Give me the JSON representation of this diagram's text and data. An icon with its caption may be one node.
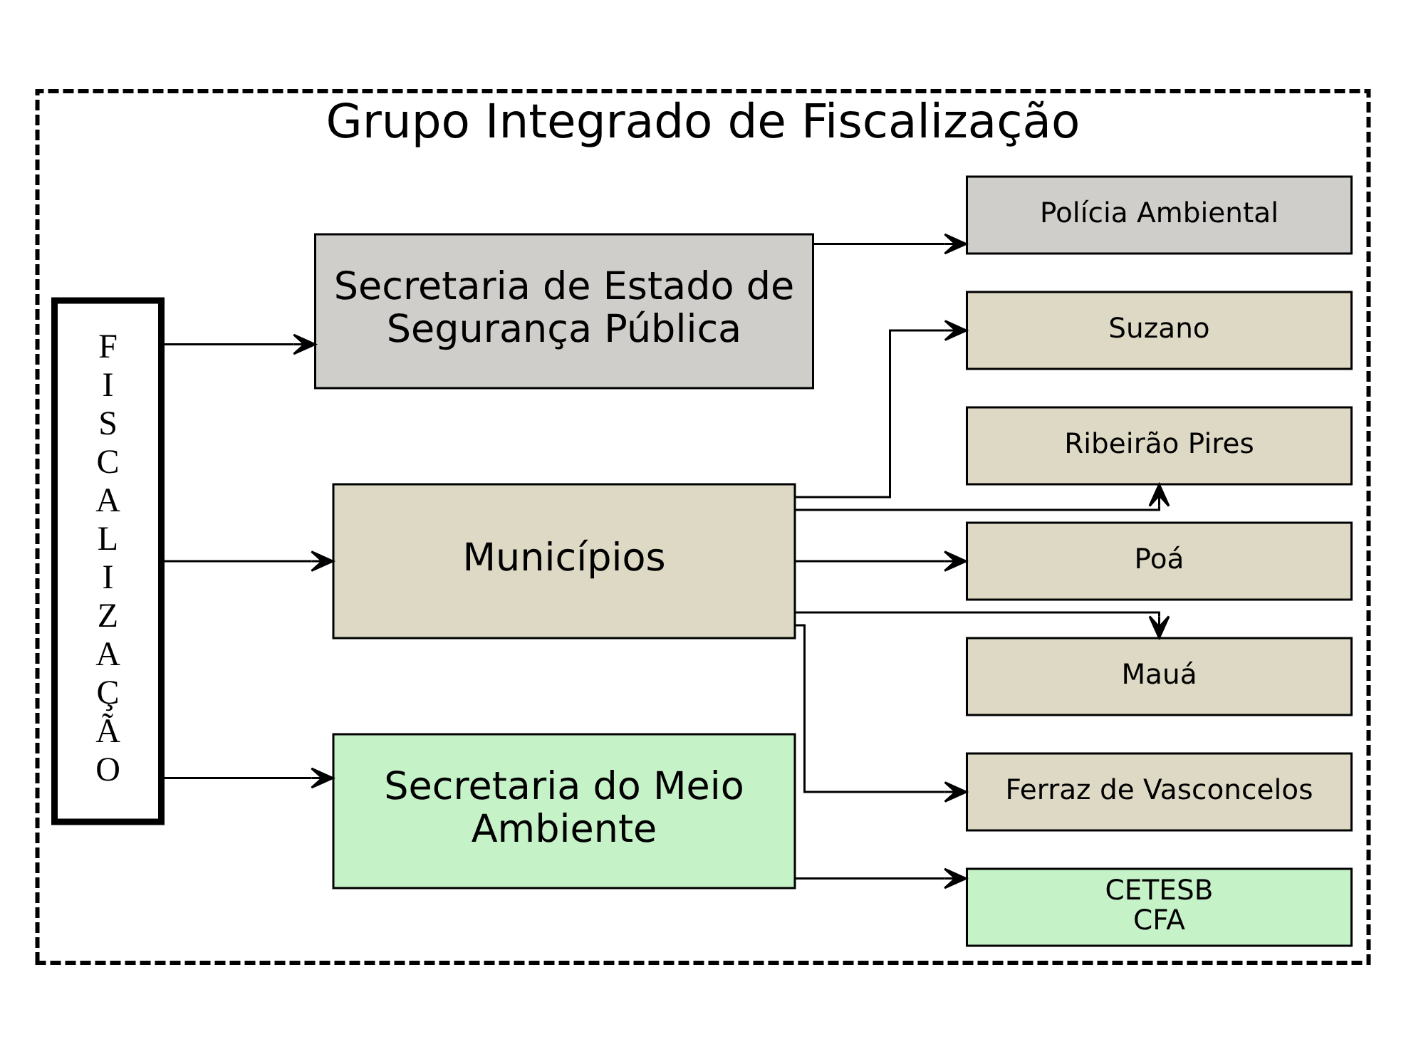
{
  "diagram": {
    "nodes": [
      {
        "text": [
          "Grupo Integrado de Fiscalização"
        ]
      },
      {
        "text": [
          "FISCALIZAÇÃO"
        ],
        "in": 0
      },
      {
        "text": [
          "Secretaria do Meio Ambiente"
        ],
        "in": 0
      },
      {
        "text": [
          "CETESB",
          "CFA"
        ],
        "in": 0
      },
      {
        "text": [
          "Municípios"
        ],
        "in": 0
      },
      {
        "text": [
          "Ferraz de Vasconcelos"
        ],
        "in": 0
      },
      {
        "text": [
          "Mauá"
        ],
        "in": 0
      },
      {
        "text": [
          "Poá"
        ],
        "in": 0
      },
      {
        "text": [
          "Ribeirão Pires"
        ],
        "in": 0
      },
      {
        "text": [
          "Suzano"
        ],
        "in": 0
      },
      {
        "text": [
          "Secretaria de Estado de Segurança Pública"
        ],
        "in": 0
      },
      {
        "text": [
          "Polícia Ambiental"
        ],
        "in": 0
      }
    ],
    "edges": [
      {
        "from": 1,
        "to": 2,
        "arrow": "to"
      },
      {
        "from": 1,
        "to": 4,
        "arrow": "to"
      },
      {
        "from": 1,
        "to": 10,
        "arrow": "to"
      },
      {
        "from": 2,
        "to": 3,
        "arrow": "to"
      },
      {
        "from": 4,
        "to": 5,
        "arrow": "to"
      },
      {
        "from": 4,
        "to": 6,
        "arrow": "to"
      },
      {
        "from": 4,
        "to": 7,
        "arrow": "to"
      },
      {
        "from": 4,
        "to": 8,
        "arrow": "to"
      },
      {
        "from": 4,
        "to": 9,
        "arrow": "to"
      },
      {
        "from": 10,
        "to": 11,
        "arrow": "to"
      }
    ]
  }
}
